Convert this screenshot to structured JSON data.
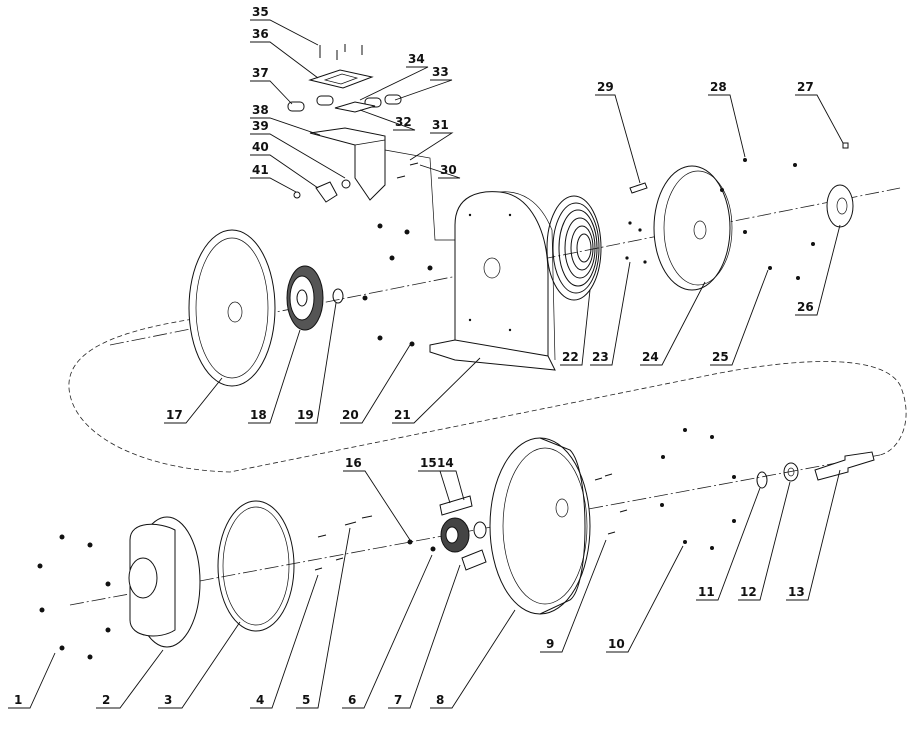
{
  "diagram": {
    "type": "exploded-parts-view",
    "callouts": [
      "1",
      "2",
      "3",
      "4",
      "5",
      "6",
      "7",
      "8",
      "9",
      "10",
      "11",
      "12",
      "13",
      "14",
      "15",
      "16",
      "17",
      "18",
      "19",
      "20",
      "21",
      "22",
      "23",
      "24",
      "25",
      "26",
      "27",
      "28",
      "29",
      "30",
      "31",
      "32",
      "33",
      "34",
      "35",
      "36",
      "37",
      "38",
      "39",
      "40",
      "41"
    ]
  }
}
